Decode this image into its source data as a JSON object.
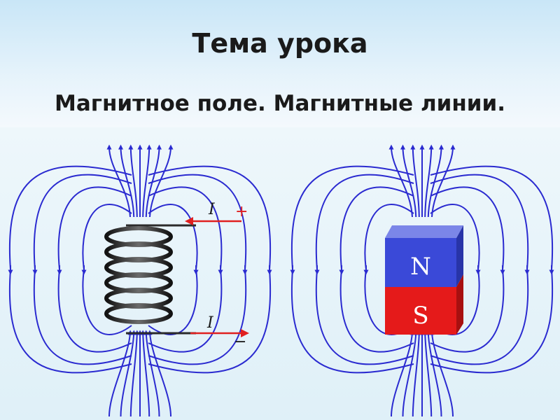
{
  "slide": {
    "title": "Тема урока",
    "subtitle": "Магнитное поле. Магнитные линии."
  },
  "coil": {
    "current_in_label": "I",
    "current_in_sign": "+",
    "current_out_label": "I",
    "current_out_sign": "−"
  },
  "magnet": {
    "north_label": "N",
    "south_label": "S"
  },
  "colors": {
    "field_line": "#2a2ad0",
    "current_arrow": "#e02020",
    "north": "#3a49d8",
    "south": "#e51a1a",
    "coil_wire": "#2b2b2b"
  }
}
